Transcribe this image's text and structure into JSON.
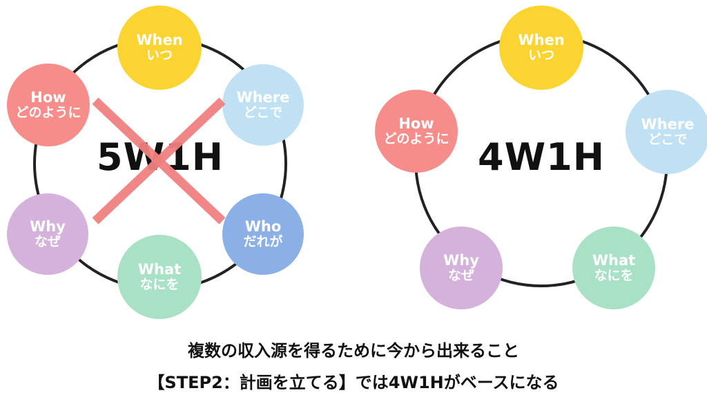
{
  "colors": {
    "when": "#fbd431",
    "where": "#bfe1f3",
    "who": "#8ab0e6",
    "what": "#a9e1c7",
    "why": "#d4b2dc",
    "how": "#f78d8b",
    "cross": "#f08080"
  },
  "left": {
    "title": "5W1H",
    "nodes": [
      {
        "en": "When",
        "ja": "いつ",
        "color": "#fbd431"
      },
      {
        "en": "Where",
        "ja": "どこで",
        "color": "#bfe1f3"
      },
      {
        "en": "Who",
        "ja": "だれが",
        "color": "#8ab0e6"
      },
      {
        "en": "What",
        "ja": "なにを",
        "color": "#a9e1c7"
      },
      {
        "en": "Why",
        "ja": "なぜ",
        "color": "#d4b2dc"
      },
      {
        "en": "How",
        "ja": "どのように",
        "color": "#f78d8b"
      }
    ]
  },
  "right": {
    "title": "4W1H",
    "nodes": [
      {
        "en": "When",
        "ja": "いつ",
        "color": "#fbd431"
      },
      {
        "en": "Where",
        "ja": "どこで",
        "color": "#bfe1f3"
      },
      {
        "en": "What",
        "ja": "なにを",
        "color": "#a9e1c7"
      },
      {
        "en": "Why",
        "ja": "なぜ",
        "color": "#d4b2dc"
      },
      {
        "en": "How",
        "ja": "どのように",
        "color": "#f78d8b"
      }
    ]
  },
  "caption": {
    "line1": "複数の収入源を得るために今から出来ること",
    "line2": "【STEP2：計画を立てる】では4W1Hがベースになる"
  }
}
